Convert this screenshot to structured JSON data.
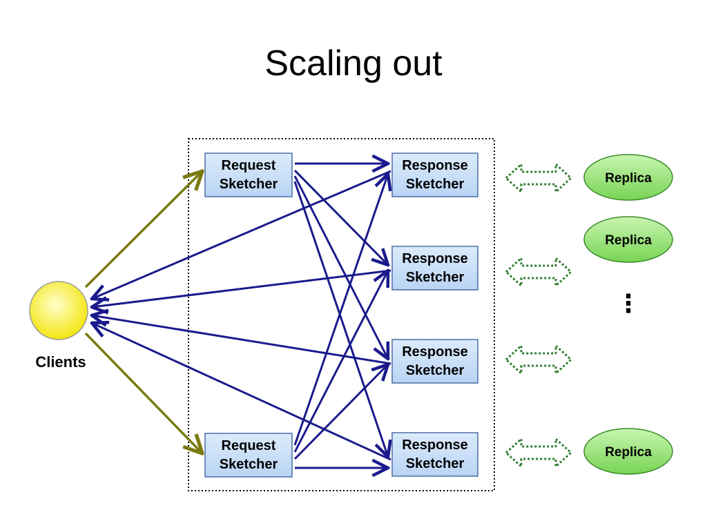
{
  "title": "Scaling out",
  "clients_label": "Clients",
  "request_sketcher": {
    "line1": "Request",
    "line2": "Sketcher"
  },
  "response_sketcher": {
    "line1": "Response",
    "line2": "Sketcher"
  },
  "replica_label": "Replica",
  "ellipsis": "⋮",
  "colors": {
    "blue_arrow": "#1a1a8c",
    "olive_arrow": "#7a7a10",
    "box_fill": "#cfe3fa",
    "box_stroke": "#4a6fa5",
    "replica_fill": "#9be27a",
    "replica_stroke": "#3a8a2a",
    "client_fill": "#ffee33",
    "double_arrow": "#2f7a2f"
  }
}
